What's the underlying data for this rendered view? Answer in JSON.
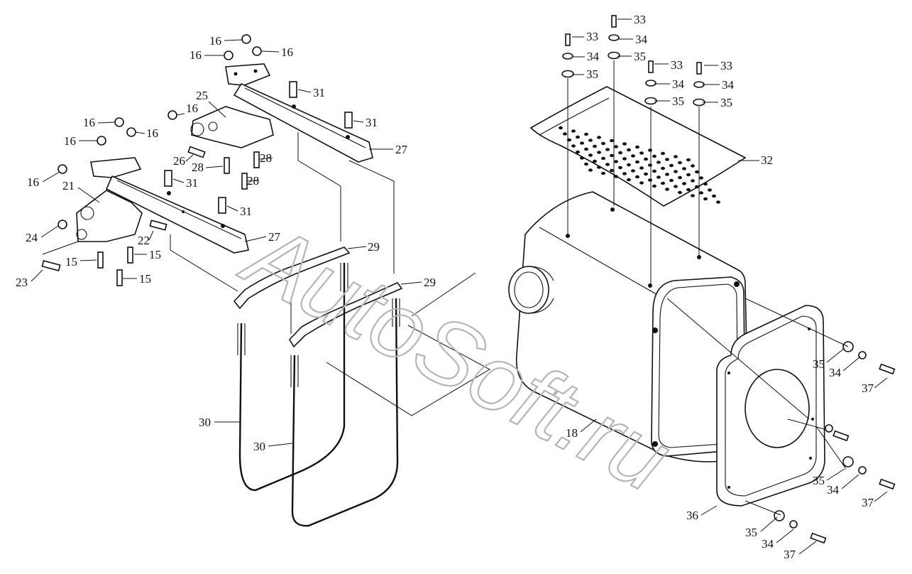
{
  "labels": [
    {
      "text": "16"
    },
    {
      "text": "16"
    },
    {
      "text": "16"
    },
    {
      "text": "16"
    },
    {
      "text": "16"
    },
    {
      "text": "16"
    },
    {
      "text": "16"
    },
    {
      "text": "16"
    },
    {
      "text": "25"
    },
    {
      "text": "26"
    },
    {
      "text": "28"
    },
    {
      "text": "28"
    },
    {
      "text": "28"
    },
    {
      "text": "31"
    },
    {
      "text": "31"
    },
    {
      "text": "31"
    },
    {
      "text": "31"
    },
    {
      "text": "27"
    },
    {
      "text": "27"
    },
    {
      "text": "21"
    },
    {
      "text": "24"
    },
    {
      "text": "22"
    },
    {
      "text": "15"
    },
    {
      "text": "15"
    },
    {
      "text": "15"
    },
    {
      "text": "23"
    },
    {
      "text": "29"
    },
    {
      "text": "29"
    },
    {
      "text": "30"
    },
    {
      "text": "30"
    },
    {
      "text": "33"
    },
    {
      "text": "33"
    },
    {
      "text": "33"
    },
    {
      "text": "33"
    },
    {
      "text": "34"
    },
    {
      "text": "34"
    },
    {
      "text": "34"
    },
    {
      "text": "34"
    },
    {
      "text": "35"
    },
    {
      "text": "35"
    },
    {
      "text": "35"
    },
    {
      "text": "35"
    },
    {
      "text": "32"
    },
    {
      "text": "18"
    },
    {
      "text": "35"
    },
    {
      "text": "34"
    },
    {
      "text": "37"
    },
    {
      "text": "35"
    },
    {
      "text": "34"
    },
    {
      "text": "37"
    },
    {
      "text": "35"
    },
    {
      "text": "34"
    },
    {
      "text": "37"
    },
    {
      "text": "36"
    }
  ],
  "watermark": "AutoSoft.ru"
}
